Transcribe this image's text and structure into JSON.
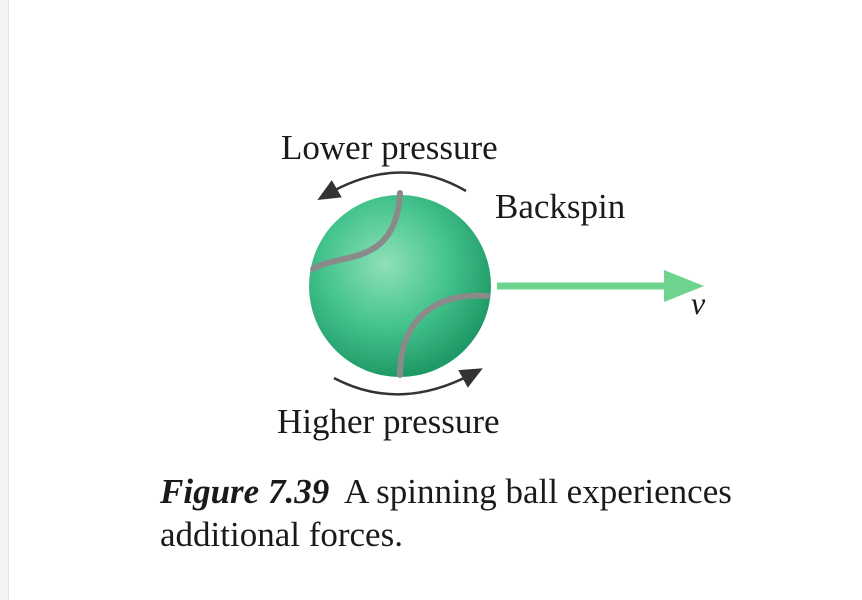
{
  "diagram": {
    "top_label": "Lower pressure",
    "spin_label": "Backspin",
    "bottom_label": "Higher pressure",
    "velocity_label": "v"
  },
  "caption": {
    "number": "Figure 7.39",
    "text": "A spinning ball experiences additional forces."
  },
  "colors": {
    "ball_light": "#8fe0b8",
    "ball_mid": "#45c48e",
    "ball_dark": "#1f9a66",
    "seam": "#8a8a8a",
    "arrow": "#6ed38c",
    "spin_arrow": "#333333"
  },
  "icons": [
    "ball-icon",
    "velocity-arrow-icon",
    "spin-arrow-icon"
  ]
}
